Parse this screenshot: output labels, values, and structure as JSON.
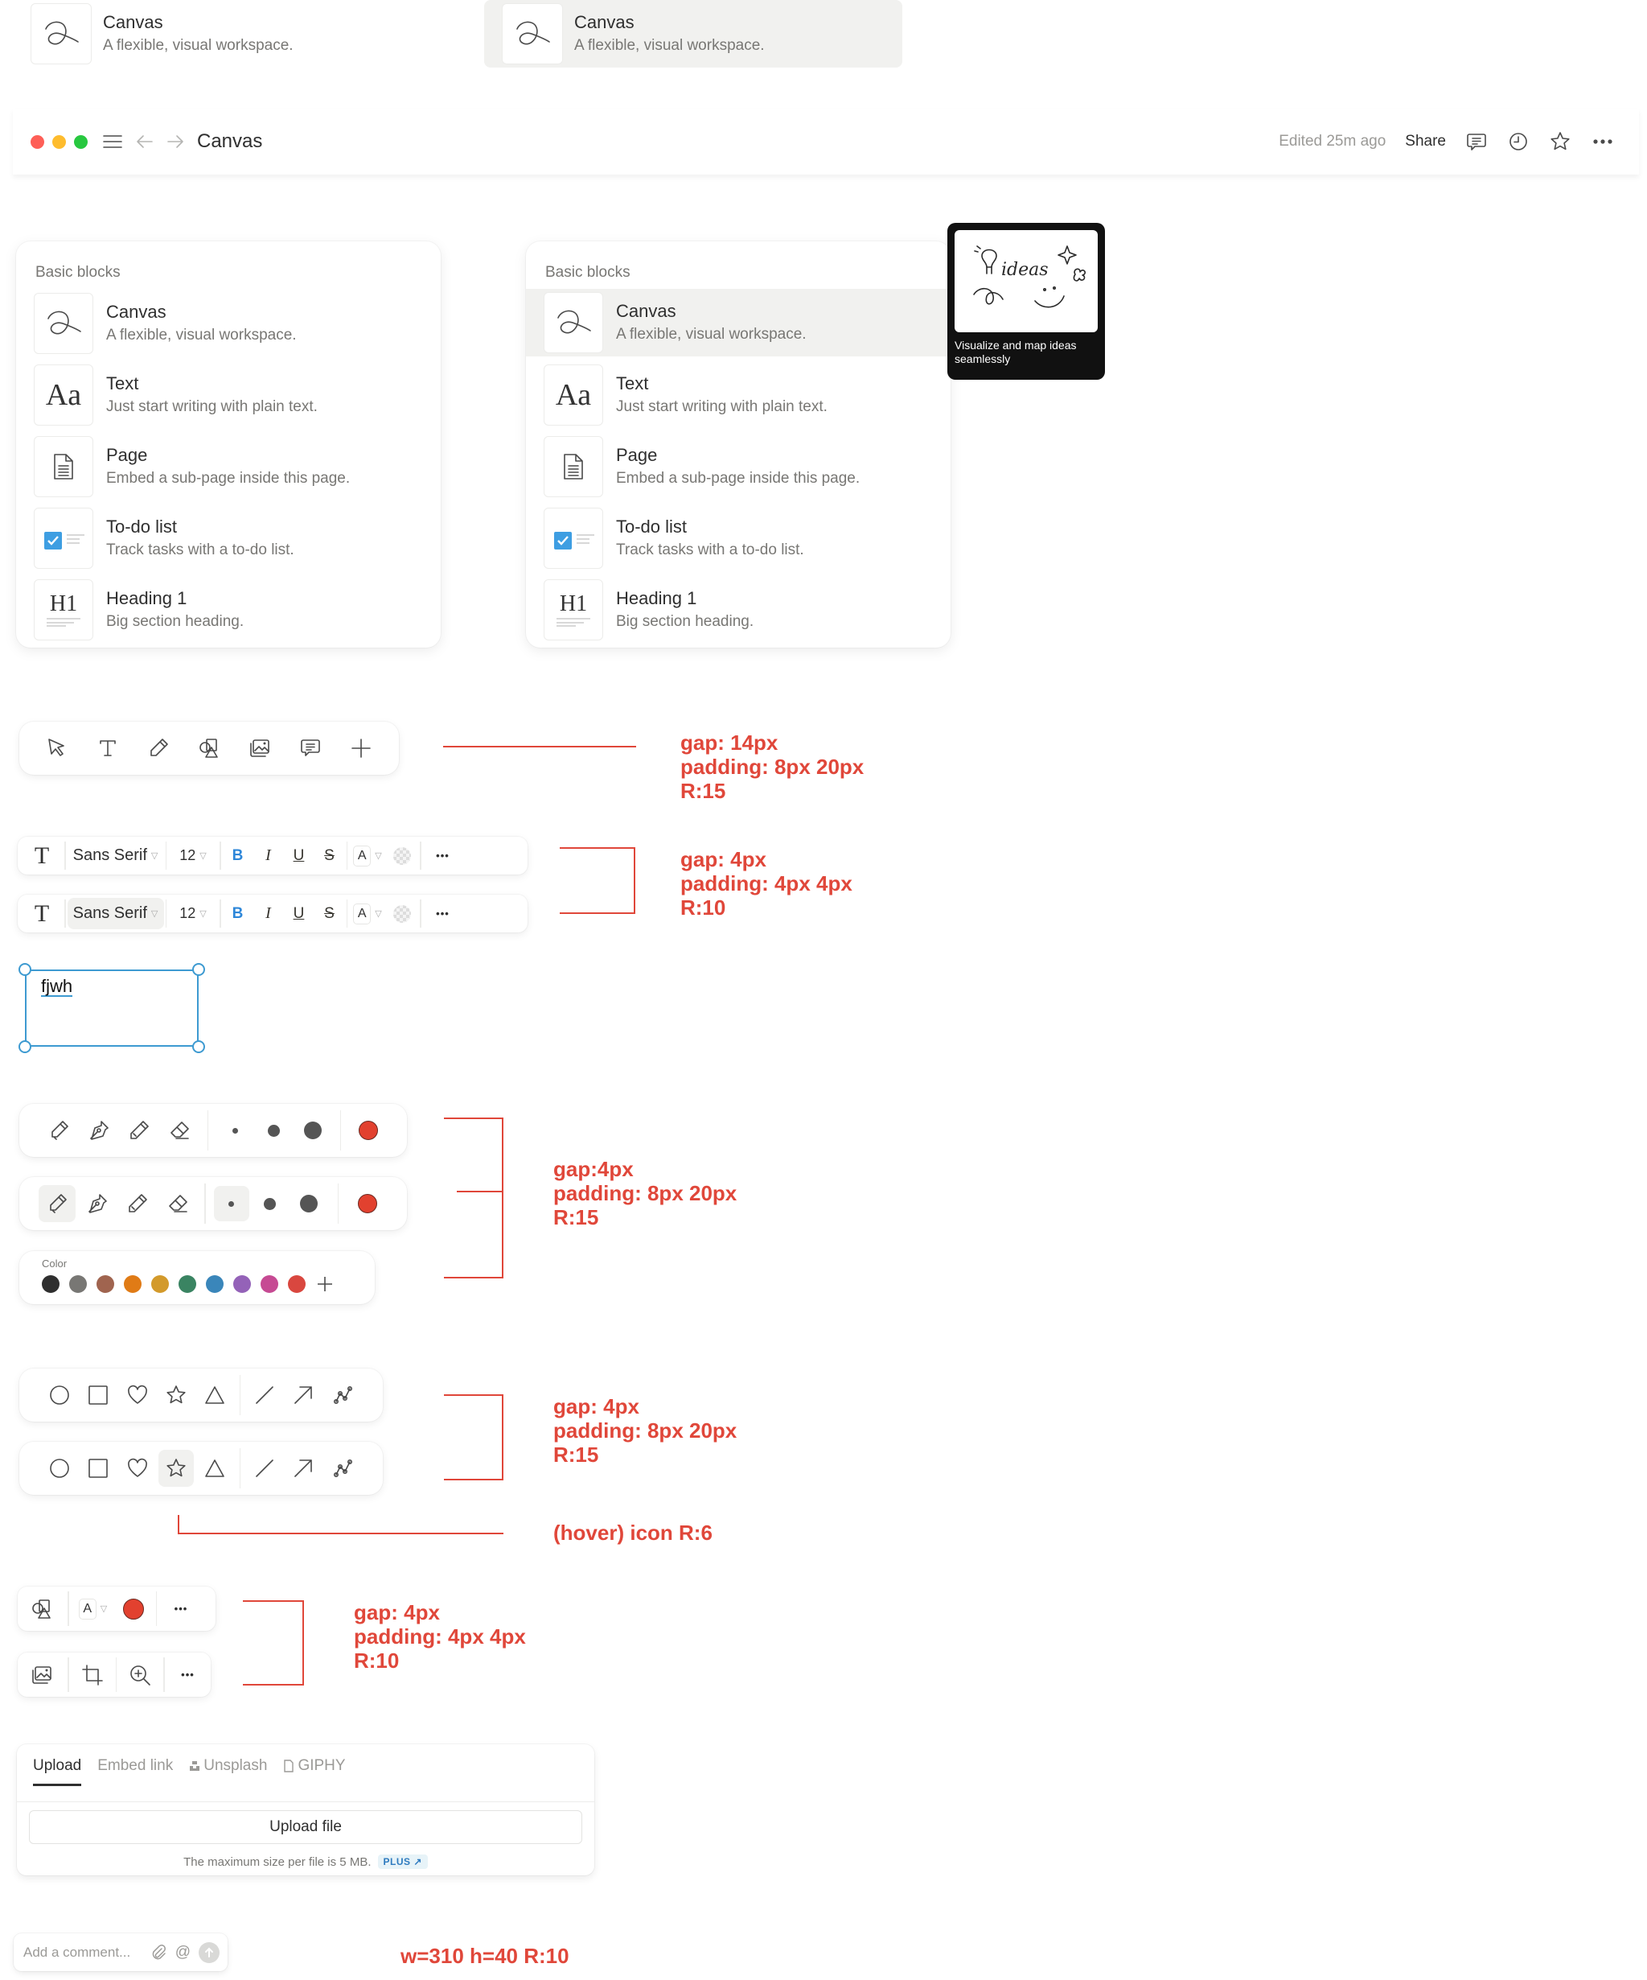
{
  "block_rows": [
    {
      "title": "Canvas",
      "description": "A flexible, visual workspace.",
      "state": "default"
    },
    {
      "title": "Canvas",
      "description": "A flexible, visual workspace.",
      "state": "hover"
    }
  ],
  "window": {
    "title": "Canvas",
    "edited": "Edited 25m ago",
    "share_label": "Share",
    "traffic_lights": [
      "#fe5f57",
      "#febc2e",
      "#28c840"
    ]
  },
  "menus": [
    {
      "header": "Basic blocks",
      "hover_index": -1,
      "items": [
        {
          "icon": "canvas-icon",
          "title": "Canvas",
          "description": "A flexible, visual workspace."
        },
        {
          "icon": "text-icon",
          "glyph": "Aa",
          "title": "Text",
          "description": "Just start writing with plain text."
        },
        {
          "icon": "page-icon",
          "title": "Page",
          "description": "Embed a sub-page inside this page."
        },
        {
          "icon": "todo-icon",
          "title": "To-do list",
          "description": "Track tasks with a to-do list."
        },
        {
          "icon": "heading-icon",
          "glyph": "H1",
          "title": "Heading 1",
          "description": "Big section heading."
        }
      ]
    },
    {
      "header": "Basic blocks",
      "hover_index": 0,
      "items": [
        {
          "icon": "canvas-icon",
          "title": "Canvas",
          "description": "A flexible, visual workspace."
        },
        {
          "icon": "text-icon",
          "glyph": "Aa",
          "title": "Text",
          "description": "Just start writing with plain text."
        },
        {
          "icon": "page-icon",
          "title": "Page",
          "description": "Embed a sub-page inside this page."
        },
        {
          "icon": "todo-icon",
          "title": "To-do list",
          "description": "Track tasks with a to-do list."
        },
        {
          "icon": "heading-icon",
          "glyph": "H1",
          "title": "Heading 1",
          "description": "Big section heading."
        }
      ]
    }
  ],
  "preview": {
    "doodle_text": "ideas",
    "caption": "Visualize and map ideas seamlessly"
  },
  "main_toolbar": {
    "tools": [
      "select-cursor-icon",
      "text-tool-icon",
      "pencil-icon",
      "shapes-icon",
      "image-icon",
      "comment-icon",
      "plus-icon"
    ],
    "annotation": [
      "gap: 14px",
      "padding: 8px 20px",
      "R:15"
    ]
  },
  "text_format_toolbar": {
    "text_icon_glyph": "T",
    "font": "Sans Serif",
    "size": "12",
    "bold": "B",
    "italic": "I",
    "underline": "U",
    "strike": "S",
    "color_glyph": "A",
    "more": "•••",
    "annotation": [
      "gap: 4px",
      "padding: 4px 4px",
      "R:10"
    ]
  },
  "text_selection": {
    "text": "fjwh"
  },
  "pen_toolbar": {
    "tools": [
      "marker-icon",
      "fountain-pen-icon",
      "pencil-icon",
      "eraser-icon"
    ],
    "sizes": [
      "small",
      "medium",
      "large"
    ],
    "current_color": "#e2412f",
    "annotation": [
      "gap:4px",
      "padding: 8px 20px",
      "R:15"
    ]
  },
  "color_palette": {
    "label": "Color",
    "colors": [
      "#2f2f2f",
      "#787774",
      "#a0644f",
      "#e07b16",
      "#d39a2b",
      "#3a8462",
      "#3a86ba",
      "#9462b8",
      "#c64a93",
      "#d9473f"
    ]
  },
  "shape_toolbar": {
    "shapes": [
      "circle-icon",
      "square-icon",
      "heart-icon",
      "star-icon",
      "triangle-icon"
    ],
    "lines": [
      "line-icon",
      "arrow-icon",
      "polyline-icon"
    ],
    "annotation": [
      "gap: 4px",
      "padding: 8px 20px",
      "R:15"
    ],
    "hover_annotation": "(hover) icon R:6"
  },
  "mini_toolbars": {
    "shape_options": {
      "color_glyph": "A",
      "fill_color": "#e2412f",
      "more": "•••"
    },
    "image_options": {
      "more": "•••"
    },
    "annotation": [
      "gap: 4px",
      "padding: 4px 4px",
      "R:10"
    ]
  },
  "upload_panel": {
    "tabs": [
      "Upload",
      "Embed link",
      "Unsplash",
      "GIPHY"
    ],
    "active_tab": 0,
    "button_label": "Upload file",
    "note": "The maximum size per file is 5 MB.",
    "badge": "PLUS ↗"
  },
  "comment_box": {
    "placeholder": "Add a comment...",
    "value": "",
    "annotation": "w=310 h=40 R:10"
  },
  "colors": {
    "annotation_red": "#e0473a",
    "selection_blue": "#3d9ad1",
    "bold_blue": "#2e87d9",
    "todo_blue": "#3e9ee2"
  }
}
